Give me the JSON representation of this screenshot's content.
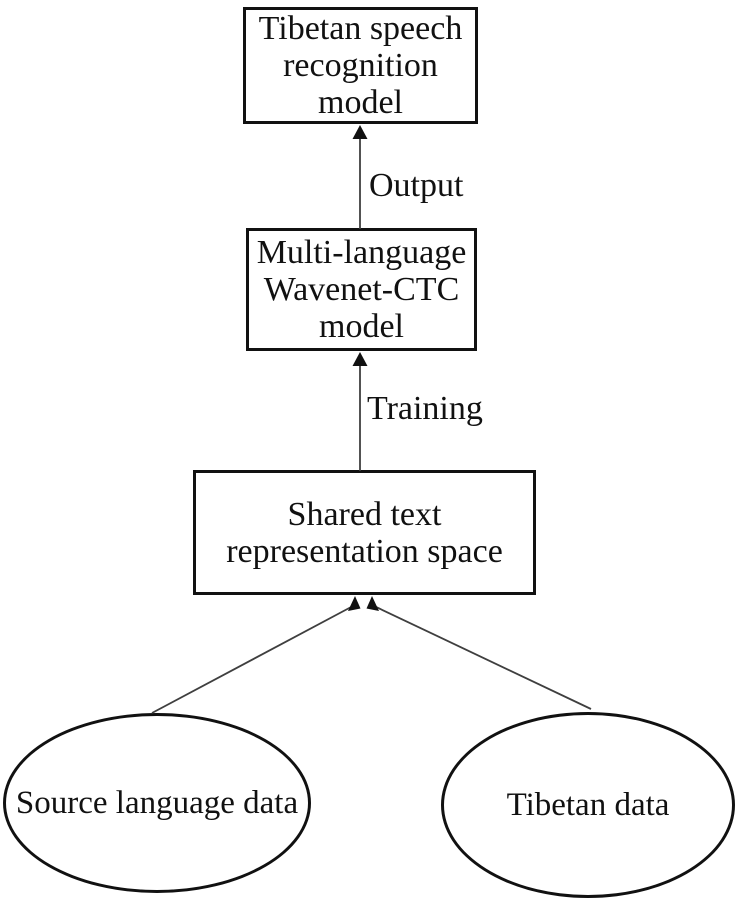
{
  "colors": {
    "background": "#ffffff",
    "ink": "#111111",
    "arrow_color": "#3f3f3f"
  },
  "nodes": {
    "recognition_model": {
      "lines": [
        "Tibetan speech",
        "recognition",
        "model"
      ]
    },
    "wavenet_ctc": {
      "lines": [
        "Multi-language",
        "Wavenet-CTC",
        "model"
      ]
    },
    "shared_space": {
      "lines": [
        "Shared text",
        "representation space"
      ]
    },
    "source_data": {
      "label": "Source language data"
    },
    "tibetan_data": {
      "label": "Tibetan data"
    }
  },
  "edge_labels": {
    "output": "Output",
    "training": "Training"
  }
}
